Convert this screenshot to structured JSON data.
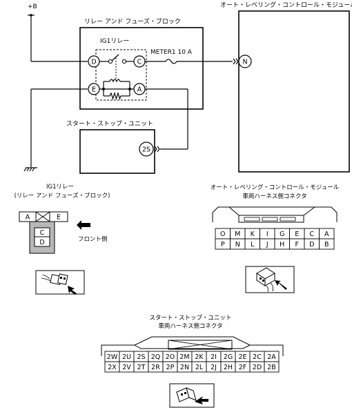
{
  "wiring": {
    "battery_label": "+B",
    "relay_block_title": "リレー アンド フューズ・ブロック",
    "relay_name": "IG1リレー",
    "fuse_label": "METER1 10 A",
    "module_title": "オート・レベリング・コントロール・モジュール",
    "ssu_title": "スタート・ストップ・ユニット",
    "relay_pins": [
      "D",
      "C",
      "E",
      "A"
    ],
    "module_pin": "N",
    "ssu_pin": "2S"
  },
  "relay_connector": {
    "title_line1": "IG1リレー",
    "title_line2": "(リレー アンド フューズ・ブロック)",
    "pins": [
      "A",
      "E",
      "C",
      "D"
    ],
    "front_label": "フロント側"
  },
  "module_connector": {
    "title_line1": "オート・レベリング・コントロール・モジュール",
    "title_line2": "車両ハーネス側コネクタ",
    "rows": [
      [
        "O",
        "M",
        "K",
        "I",
        "G",
        "E",
        "C",
        "A"
      ],
      [
        "P",
        "N",
        "L",
        "J",
        "H",
        "F",
        "D",
        "B"
      ]
    ]
  },
  "ssu_connector": {
    "title_line1": "スタート・ストップ・ユニット",
    "title_line2": "車両ハーネス側コネクタ",
    "rows": [
      [
        "2W",
        "2U",
        "2S",
        "2Q",
        "2O",
        "2M",
        "2K",
        "2I",
        "2G",
        "2E",
        "2C",
        "2A"
      ],
      [
        "2X",
        "2V",
        "2T",
        "2R",
        "2P",
        "2N",
        "2L",
        "2J",
        "2H",
        "2F",
        "2D",
        "2B"
      ]
    ]
  }
}
